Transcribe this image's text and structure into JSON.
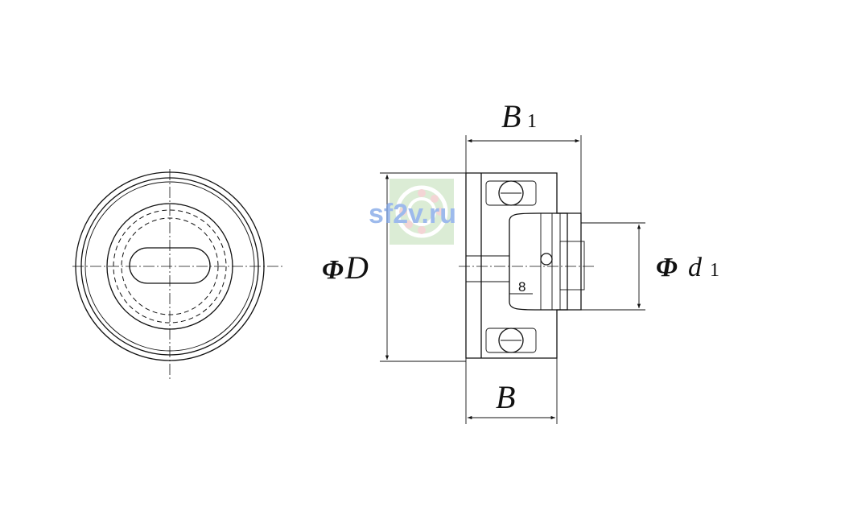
{
  "labels": {
    "B1_main": "B",
    "B1_sub": "1",
    "phiD_phi": "Φ",
    "phiD_D": "D",
    "phid1_phi": "Φ",
    "phid1_d": "d",
    "phid1_sub": "1",
    "B": "B",
    "grease_hole": "8"
  },
  "watermark": {
    "text": "sf2v.ru",
    "color": "#7da3e6",
    "icon": "bearing-icon"
  }
}
